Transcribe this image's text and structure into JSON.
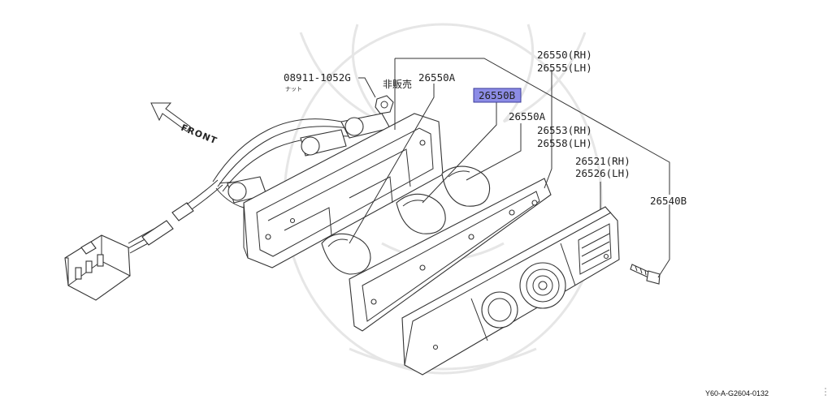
{
  "diagram": {
    "callouts": {
      "nut_part": "08911-1052G",
      "nut_name": "ナット",
      "not_for_sale": "非販売",
      "bulb_a_upper": "26550A",
      "bulb_b_highlight": "26550B",
      "bulb_a_lower": "26550A",
      "lamp_rh": "26550(RH)",
      "lamp_lh": "26555(LH)",
      "gasket_rh": "26553(RH)",
      "gasket_lh": "26558(LH)",
      "lens_rh": "26521(RH)",
      "lens_lh": "26526(LH)",
      "screw": "26540B"
    },
    "front_label": "FRONT",
    "reference": "Y60-A-G2604-0132"
  },
  "colors": {
    "highlight_fill": "#8c8ce6",
    "highlight_border": "#3a3a9a",
    "line": "#333333",
    "watermark": "#e6e6e6"
  }
}
